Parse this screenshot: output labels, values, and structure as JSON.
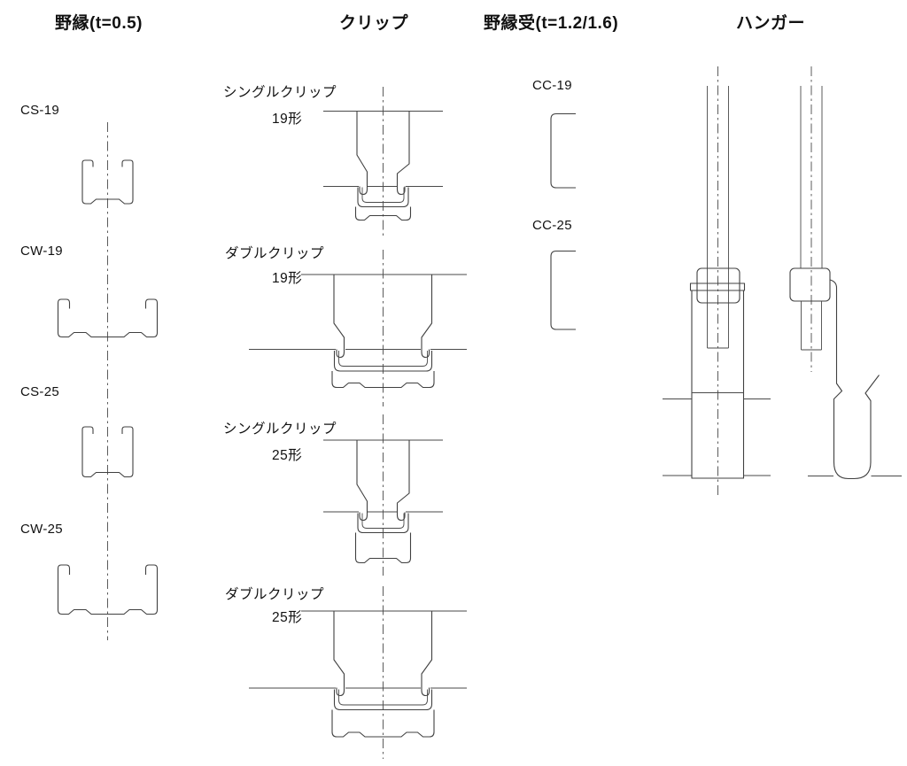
{
  "headers": {
    "nobuchi": "野縁(t=0.5)",
    "clip": "クリップ",
    "nobuchiuke": "野縁受(t=1.2/1.6)",
    "hanger": "ハンガー"
  },
  "nobuchi_items": [
    {
      "label": "CS-19"
    },
    {
      "label": "CW-19"
    },
    {
      "label": "CS-25"
    },
    {
      "label": "CW-25"
    }
  ],
  "clip_items": [
    {
      "label": "シングルクリップ",
      "size": "19形"
    },
    {
      "label": "ダブルクリップ",
      "size": "19形"
    },
    {
      "label": "シングルクリップ",
      "size": "25形"
    },
    {
      "label": "ダブルクリップ",
      "size": "25形"
    }
  ],
  "nobuchiuke_items": [
    {
      "label": "CC-19"
    },
    {
      "label": "CC-25"
    }
  ],
  "colors": {
    "background": "#ffffff",
    "line": "#404040",
    "text": "#111111"
  }
}
